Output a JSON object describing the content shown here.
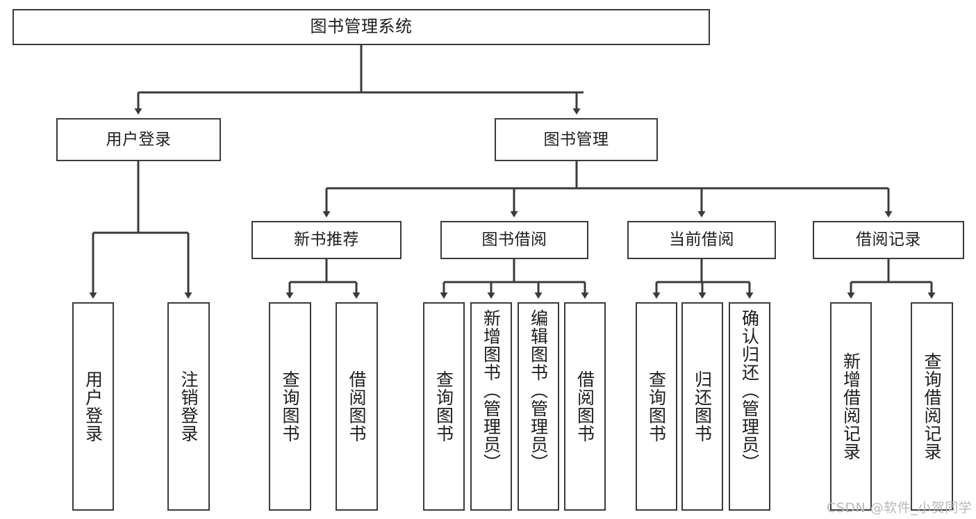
{
  "diagram": {
    "title": "图书管理系统",
    "type": "tree-hierarchy-diagram",
    "stroke_color": "#3a3a3a",
    "fill_color": "#ffffff",
    "text_color": "#1d1d1d"
  },
  "root": {
    "label": "图书管理系统"
  },
  "level2": [
    {
      "label": "用户登录"
    },
    {
      "label": "图书管理"
    }
  ],
  "level3": [
    {
      "label": "新书推荐"
    },
    {
      "label": "图书借阅"
    },
    {
      "label": "当前借阅"
    },
    {
      "label": "借阅记录"
    }
  ],
  "leaves": {
    "user_login": [
      {
        "label": "用户登录"
      },
      {
        "label": "注销登录"
      }
    ],
    "new_book_recommend": [
      {
        "label": "查询图书"
      },
      {
        "label": "借阅图书"
      }
    ],
    "book_borrow": [
      {
        "label": "查询图书"
      },
      {
        "label": "新增图书（管理员）"
      },
      {
        "label": "编辑图书（管理员）"
      },
      {
        "label": "借阅图书"
      }
    ],
    "current_borrow": [
      {
        "label": "查询图书"
      },
      {
        "label": "归还图书"
      },
      {
        "label": "确认归还（管理员）"
      }
    ],
    "borrow_record": [
      {
        "label": "新增借阅记录"
      },
      {
        "label": "查询借阅记录"
      }
    ]
  },
  "watermark": {
    "text": "CSDN @软件_小贺同学"
  }
}
